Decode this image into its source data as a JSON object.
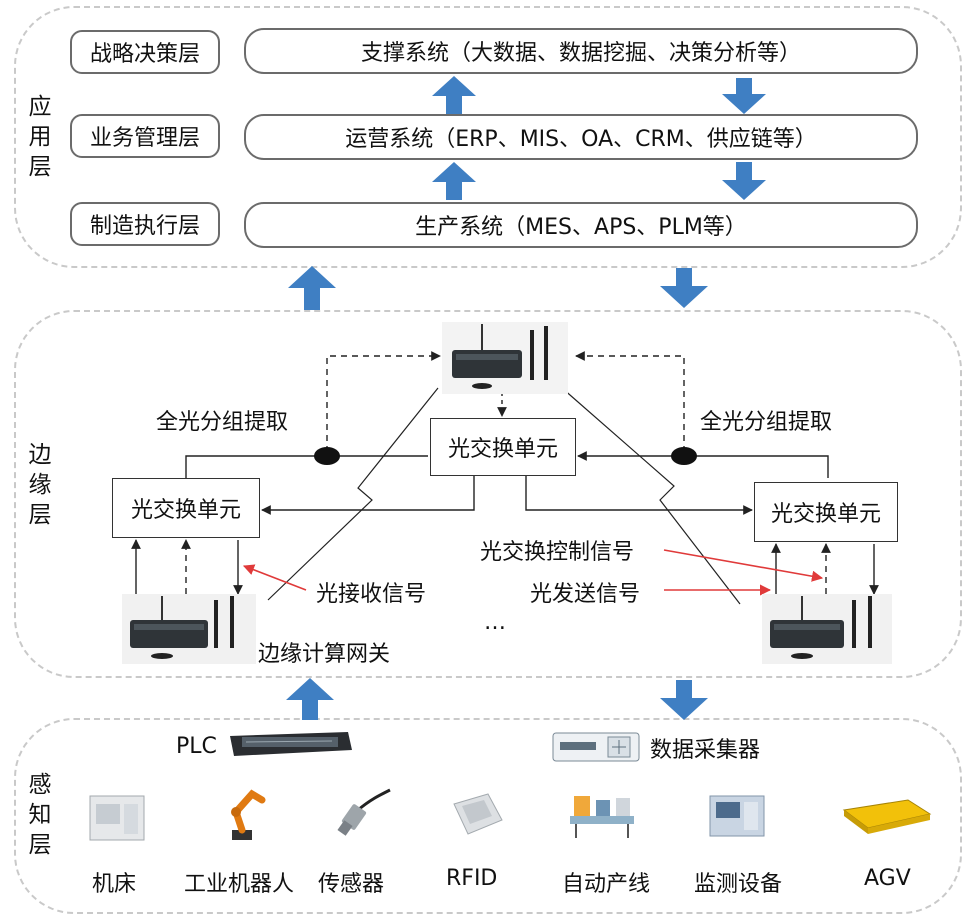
{
  "application_layer": {
    "label": "应\n用\n层",
    "tiers": [
      {
        "name": "战略决策层",
        "system": "支撑系统（大数据、数据挖掘、决策分析等）"
      },
      {
        "name": "业务管理层",
        "system": "运营系统（ERP、MIS、OA、CRM、供应链等）"
      },
      {
        "name": "制造执行层",
        "system": "生产系统（MES、APS、PLM等）"
      }
    ]
  },
  "edge_layer": {
    "label": "边\n缘\n层",
    "switch_unit": "光交换单元",
    "extract_label": "全光分组提取",
    "control_signal": "光交换控制信号",
    "receive_signal": "光接收信号",
    "send_signal": "光发送信号",
    "ellipsis": "…",
    "gateway_label": "边缘计算网关"
  },
  "perception_layer": {
    "label": "感\n知\n层",
    "plc": "PLC",
    "collector": "数据采集器",
    "devices": [
      "机床",
      "工业机器人",
      "传感器",
      "RFID",
      "自动产线",
      "监测设备",
      "AGV"
    ]
  },
  "colors": {
    "arrow_blue": "#3f7fc3",
    "signal_red": "#e03a3a",
    "panel_border": "#c9c9c9"
  }
}
